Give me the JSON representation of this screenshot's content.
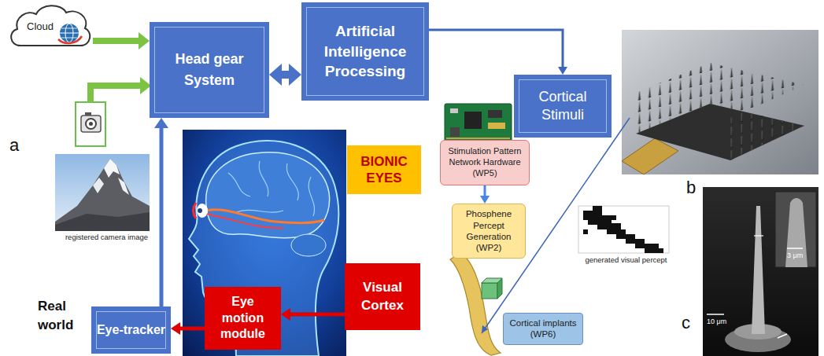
{
  "diagram": {
    "nodes": [
      {
        "text": [
          "Cloud"
        ]
      },
      {
        "text": [
          "Head gear System"
        ]
      },
      {
        "text": [
          "Artificial Intelligence Processing"
        ]
      },
      {
        "text": [
          "Cortical Stimuli"
        ]
      },
      {
        "text": [
          "BIONIC EYES"
        ]
      },
      {
        "text": [
          "Stimulation Pattern Network Hardware (WP5)"
        ]
      },
      {
        "text": [
          "Phosphene Percept Generation (WP2)"
        ]
      },
      {
        "text": [
          "Cortical implants (WP6)"
        ]
      },
      {
        "text": [
          "Eye-tracker"
        ]
      },
      {
        "text": [
          "Eye motion module"
        ]
      },
      {
        "text": [
          "Visual Cortex"
        ]
      }
    ],
    "edges": [
      {
        "from": 0,
        "to": 1,
        "arrow": "to"
      },
      {
        "from": 1,
        "to": 2,
        "arrow": "both"
      },
      {
        "from": 2,
        "to": 3,
        "arrow": "to"
      },
      {
        "from": 5,
        "to": 6,
        "arrow": "to"
      },
      {
        "from": 10,
        "to": 9,
        "arrow": "to"
      },
      {
        "from": 9,
        "to": 8,
        "arrow": "to"
      },
      {
        "from": 8,
        "to": 1,
        "arrow": "to"
      }
    ],
    "labels": [
      "a",
      "registered camera image",
      "Real world",
      "generated visual percept",
      "b",
      "c",
      "3 μm",
      "10 μm"
    ]
  }
}
